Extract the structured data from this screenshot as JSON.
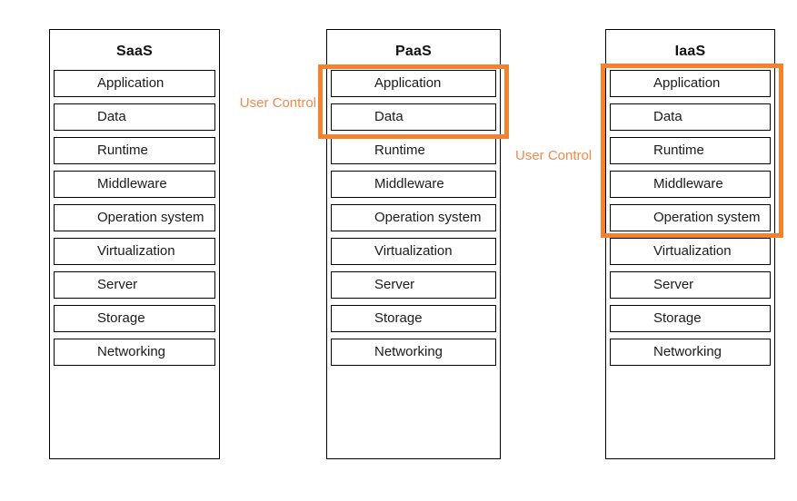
{
  "diagram": {
    "accent_border_color": "#F5822C",
    "accent_text_color": "#F08A4E",
    "line_color": "#000000",
    "columns": [
      {
        "id": "saas",
        "title": "SaaS",
        "layers": [
          "Application",
          "Data",
          "Runtime",
          "Middleware",
          "Operation system",
          "Virtualization",
          "Server",
          "Storage",
          "Networking"
        ]
      },
      {
        "id": "paas",
        "title": "PaaS",
        "layers": [
          "Application",
          "Data",
          "Runtime",
          "Middleware",
          "Operation system",
          "Virtualization",
          "Server",
          "Storage",
          "Networking"
        ]
      },
      {
        "id": "iaas",
        "title": "IaaS",
        "layers": [
          "Application",
          "Data",
          "Runtime",
          "Middleware",
          "Operation system",
          "Virtualization",
          "Server",
          "Storage",
          "Networking"
        ]
      }
    ],
    "annotations": [
      {
        "label": "User Control",
        "target_column": "PaaS",
        "layers_covered": [
          "Application",
          "Data"
        ]
      },
      {
        "label": "User Control",
        "target_column": "IaaS",
        "layers_covered": [
          "Application",
          "Data",
          "Runtime",
          "Middleware",
          "Operation system"
        ]
      }
    ]
  }
}
